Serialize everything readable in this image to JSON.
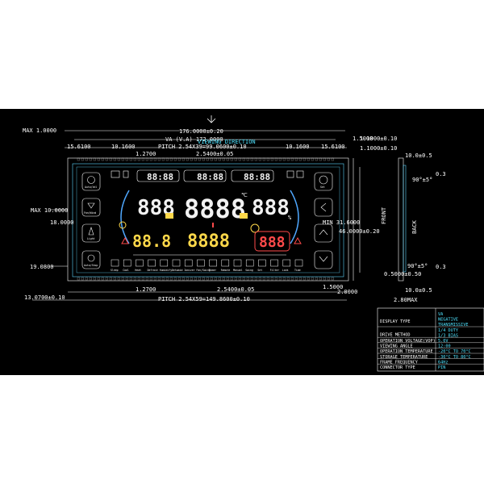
{
  "dimensions": {
    "max_left": "MAX 1.0000",
    "total_width": "176.0000±0.20",
    "right_1_5": "1.5000",
    "va": "VA  (V.A) 172.0000",
    "viewing_direction": "VIEWING DIRECTION",
    "left_15_6": "15.6100",
    "inner_10_16_l": "10.1600",
    "pitch_top": "PITCH  2.54X39=99.0600±0.10",
    "inner_10_16_r": "10.1600",
    "right_15_6": "15.6100",
    "r_1_1": "1.1000±0.10",
    "r_1_1b": "1.1000±0.10",
    "r_10_0": "10.0±0.5",
    "pin_l": "1.2700",
    "pin_pitch": "2.5400±0.05",
    "max_height": "MAX 10.0000",
    "h18": "18.0000",
    "h19": "19.0800",
    "va_height": "MIN 31.6000",
    "outline_height": "46.0000±0.20",
    "front": "FRONT",
    "back": "BACK",
    "angle_top": "90°±5°",
    "angle_bot": "90°±5°",
    "d_0_3": "0.3",
    "d_0_3b": "0.3",
    "d_0_5": "0.5000±0.50",
    "d_10_0b": "10.0±0.5",
    "d_2_8": "2.80MAX",
    "b_13_07": "13.0700±0.10",
    "b_1_27": "1.2700",
    "b_2_54": "2.5400±0.05",
    "b_pitch": "PITCH  2.54X59=149.8600±0.10",
    "b_1_5": "1.5000",
    "b_2_0": "2.0000"
  },
  "lcd": {
    "left_buttons": [
      "Auto/Vol",
      "Fan/Wind",
      "Light",
      "Auto/Stop"
    ],
    "right_buttons": [
      "Set",
      "Up",
      "Down",
      "Exit"
    ],
    "clock_displays": [
      "88:88",
      "88:88",
      "88:88"
    ],
    "big_digits_left": "888",
    "big_digits_mid": "8888",
    "big_digits_right": "888",
    "small_left": "88.8",
    "small_mid": "8888",
    "small_right": "888",
    "unit_top": "℃",
    "unit_pct": "%",
    "bottom_icons": [
      "Sleep",
      "Cool",
      "Heat",
      "Defrost",
      "Humidify",
      "Dehumid",
      "Ionizer",
      "Fan/Swing",
      "Timer",
      "Remote",
      "Manual",
      "Swing",
      "Set",
      "Filter",
      "Lock",
      "Time"
    ]
  },
  "spec_table": {
    "rows": [
      {
        "label": "DISPLAY TYPE",
        "value": [
          "VA",
          "NEGATIVE",
          "TRANSMISSIVE"
        ]
      },
      {
        "label": "DRIVE  METHOD",
        "value": [
          "1/4 DUTY",
          "1/3 BIAS"
        ]
      },
      {
        "label": "OPERATION VOLTAGE(VOP)",
        "value": [
          "5.0V"
        ]
      },
      {
        "label": "VIEWING ANGLE",
        "value": [
          "12:00"
        ]
      },
      {
        "label": "OPERATION TEMPERATURE",
        "value": [
          "-20°C TO 70°C"
        ]
      },
      {
        "label": "STORAGE TEMPERATURE",
        "value": [
          "-30°C TO 80°C"
        ]
      },
      {
        "label": "FRAME FREQUENCY",
        "value": [
          "64Hz"
        ]
      },
      {
        "label": "CONNECTOR TYPE",
        "value": [
          "PIN"
        ]
      }
    ]
  },
  "colors": {
    "background": "#000000",
    "line_cyan": "#5fd8ff",
    "line_white": "#ffffff",
    "seg_white": "#f2f2f2",
    "seg_yellow": "#ffd84a",
    "seg_red": "#ff4a4a"
  }
}
